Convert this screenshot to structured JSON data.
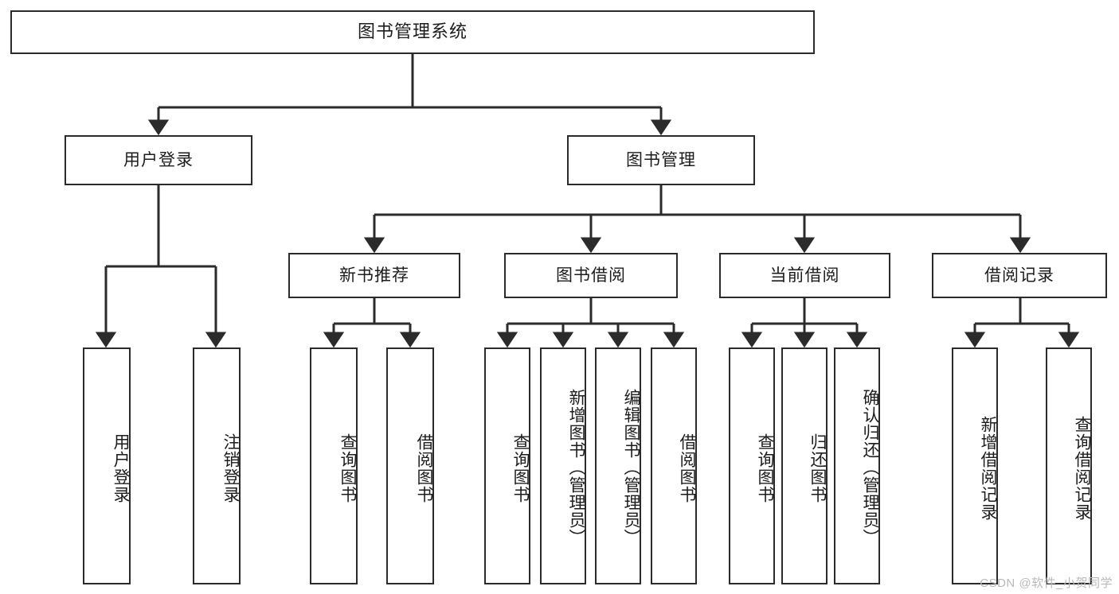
{
  "diagram": {
    "title": "图书管理系统",
    "type": "tree",
    "background_color": "#ffffff",
    "line_color": "#2b2b2b",
    "text_color": "#1c1c1c"
  },
  "nodes": {
    "root": {
      "label": "图书管理系统"
    },
    "level1": [
      {
        "id": "user-login",
        "label": "用户登录"
      },
      {
        "id": "book-manage",
        "label": "图书管理"
      }
    ],
    "level2": [
      {
        "id": "new-book-recommend",
        "label": "新书推荐"
      },
      {
        "id": "book-borrow",
        "label": "图书借阅"
      },
      {
        "id": "current-borrow",
        "label": "当前借阅"
      },
      {
        "id": "borrow-record",
        "label": "借阅记录"
      }
    ],
    "leaves": {
      "user_login": [
        {
          "id": "leaf-user-login",
          "label": "用户登录"
        },
        {
          "id": "leaf-user-logout",
          "label": "注销登录"
        }
      ],
      "new_book_recommend": [
        {
          "id": "leaf-query-book-1",
          "label": "查询图书"
        },
        {
          "id": "leaf-borrow-book-1",
          "label": "借阅图书"
        }
      ],
      "book_borrow": [
        {
          "id": "leaf-query-book-2",
          "label": "查询图书"
        },
        {
          "id": "leaf-add-book",
          "label": "新增图书（管理员）"
        },
        {
          "id": "leaf-edit-book",
          "label": "编辑图书（管理员）"
        },
        {
          "id": "leaf-borrow-book-2",
          "label": "借阅图书"
        }
      ],
      "current_borrow": [
        {
          "id": "leaf-query-book-3",
          "label": "查询图书"
        },
        {
          "id": "leaf-return-book",
          "label": "归还图书"
        },
        {
          "id": "leaf-confirm-return",
          "label": "确认归还（管理员）"
        }
      ],
      "borrow_record": [
        {
          "id": "leaf-add-record",
          "label": "新增借阅记录"
        },
        {
          "id": "leaf-query-record",
          "label": "查询借阅记录"
        }
      ]
    }
  },
  "watermark": {
    "text": "CSDN @软件_小贺同学"
  }
}
